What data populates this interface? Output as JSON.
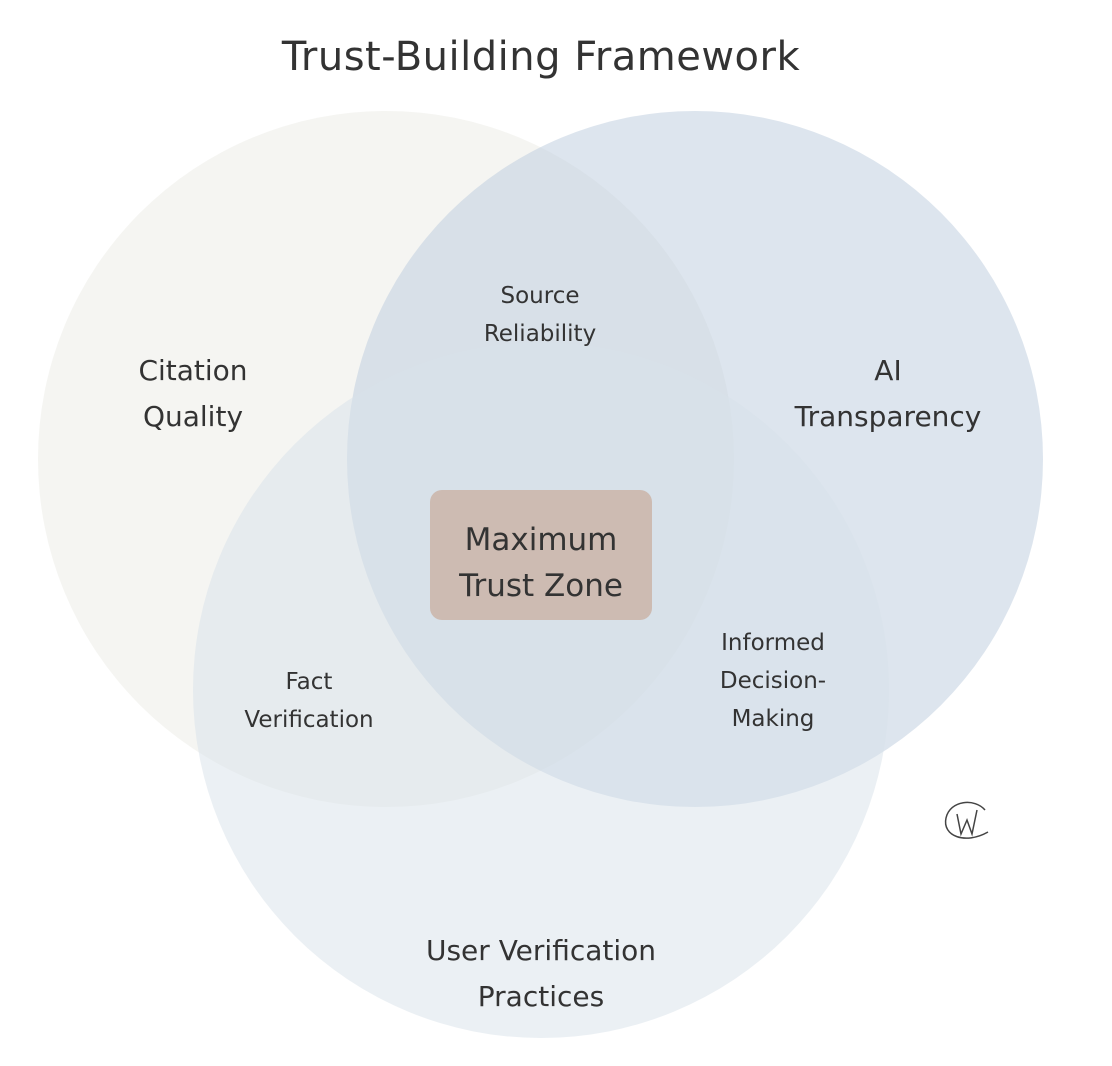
{
  "title": "Trust-Building Framework",
  "sets": [
    {
      "label_lines": [
        "Citation",
        "Quality"
      ],
      "color": "#e9e8e3"
    },
    {
      "label_lines": [
        "AI",
        "Transparency"
      ],
      "color": "#bccbdd"
    },
    {
      "label_lines": [
        "User Verification",
        "Practices"
      ],
      "color": "#d7e1ea"
    }
  ],
  "intersections": {
    "citation_ai": [
      "Source",
      "Reliability"
    ],
    "citation_user": [
      "Fact",
      "Verification"
    ],
    "ai_user": [
      "Informed",
      "Decision-",
      "Making"
    ],
    "all": [
      "Maximum",
      "Trust Zone"
    ]
  },
  "center_box_color": "#cdbbb2",
  "logo": "@w"
}
